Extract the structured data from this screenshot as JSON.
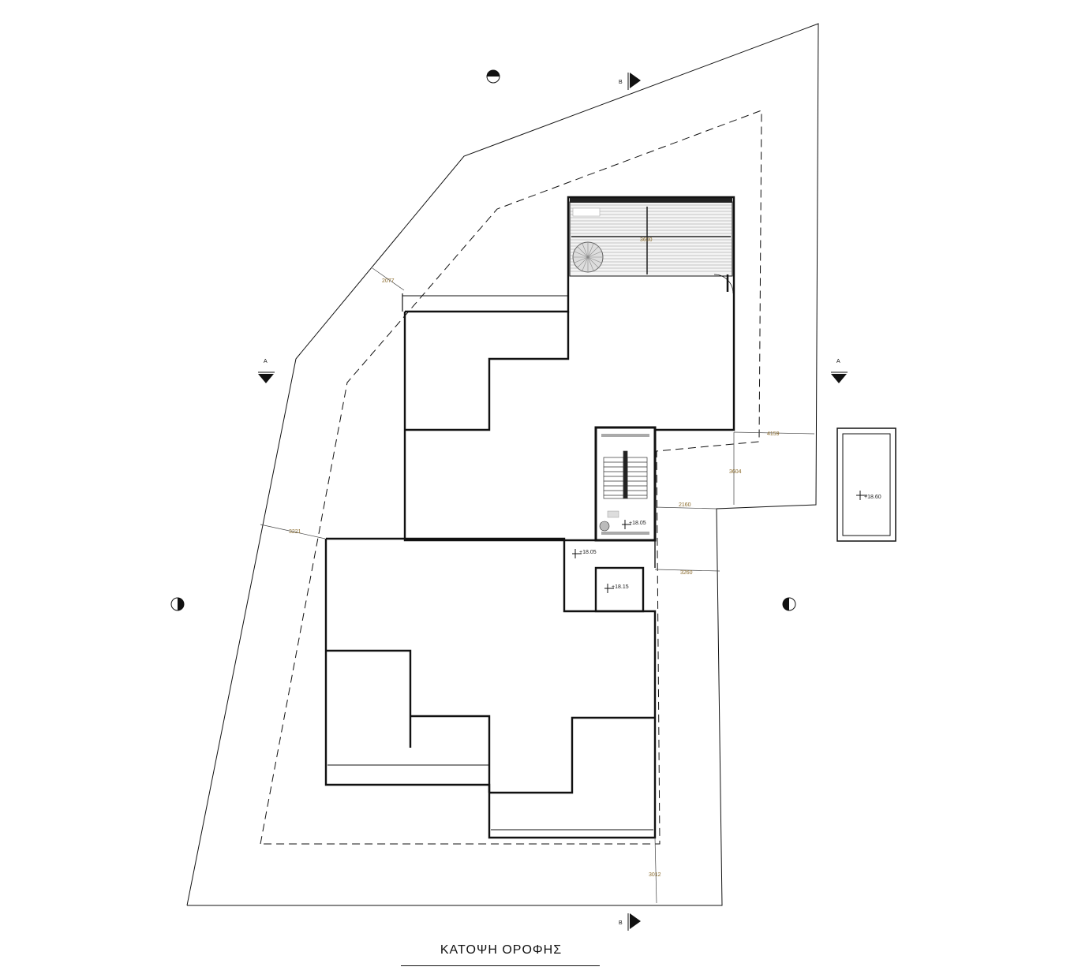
{
  "drawing": {
    "title": "ΚΑΤΟΨΗ ΟΡΟΦΗΣ",
    "section_marks": {
      "a": "A",
      "b": "B"
    },
    "dimensions": [
      "2077",
      "3221",
      "4159",
      "3604",
      "2160",
      "3260",
      "3012",
      "3600"
    ],
    "levels": [
      "+18.60",
      "+18.05",
      "+18.05",
      "+18.15"
    ],
    "colors": {
      "line": "#111111",
      "dimension": "#8a6a2a",
      "hatch": "#bbbbbb"
    }
  }
}
